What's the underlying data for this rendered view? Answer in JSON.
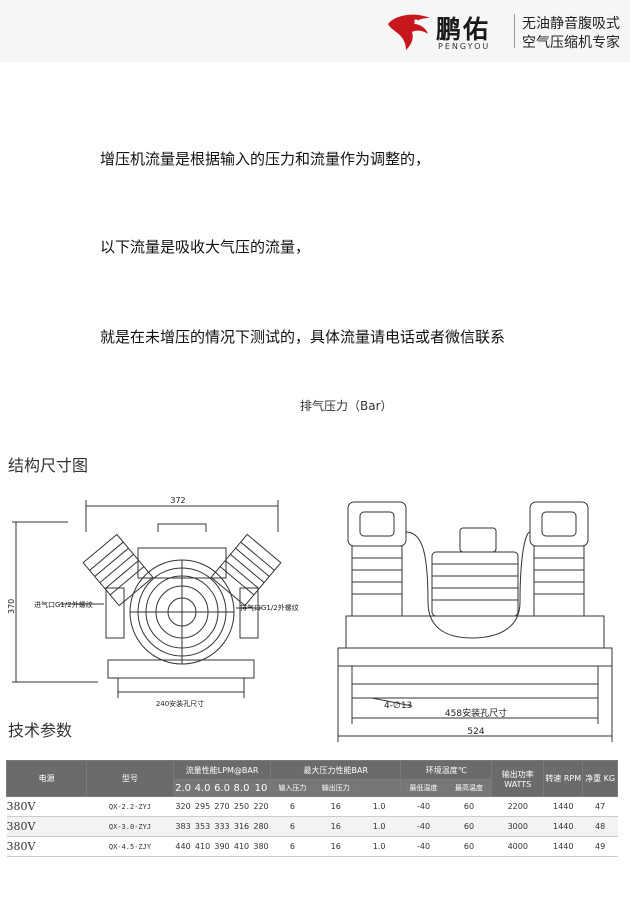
{
  "header": {
    "brand_cn": "鹏佑",
    "brand_en": "PENGYOU",
    "slogan_line1": "无油静音腹吸式",
    "slogan_line2": "空气压缩机专家"
  },
  "intro": {
    "line1": "增压机流量是根据输入的压力和流量作为调整的，",
    "line2": "以下流量是吸收大气压的流量，",
    "line3": "就是在未增压的情况下测试的，具体流量请电话或者微信联系",
    "pressure_label": "排气压力（Bar）"
  },
  "structure": {
    "title": "结构尺寸图",
    "front_view": {
      "width_dim": "372",
      "height_dim": "370",
      "inlet_label": "进气口G1/2外螺纹",
      "outlet_label": "排气口G1/2外螺纹",
      "mount_dim": "240安装孔尺寸"
    },
    "side_view": {
      "hole_dim": "4-∅13",
      "mount_dim": "458安装孔尺寸",
      "length_dim": "524"
    }
  },
  "tech": {
    "title": "技术参数",
    "headers": {
      "power": "电源",
      "model": "型号",
      "flow": "流量性能LPM@BAR",
      "pressure": "最大压力性能BAR",
      "temp": "环境温度℃",
      "output": "输出功率 WATTS",
      "speed": "转速 RPM",
      "weight": "净重 KG"
    },
    "flow_pressures": [
      "2.0",
      "4.0",
      "6.0",
      "8.0",
      "10"
    ],
    "pressure_sub": [
      "输入压力",
      "输出压力"
    ],
    "temp_sub": [
      "最低温度",
      "最高温度"
    ],
    "rows": [
      {
        "power": "380V",
        "model": "QX-2.2-ZYJ",
        "flow": [
          "320",
          "295",
          "270",
          "250",
          "220"
        ],
        "input_p": "6",
        "output_p": "16",
        "ratio": "1.0",
        "tmin": "-40",
        "tmax": "60",
        "watts": "2200",
        "rpm": "1440",
        "kg": "47"
      },
      {
        "power": "380V",
        "model": "QX-3.0-ZYJ",
        "flow": [
          "383",
          "353",
          "333",
          "316",
          "280"
        ],
        "input_p": "6",
        "output_p": "16",
        "ratio": "1.0",
        "tmin": "-40",
        "tmax": "60",
        "watts": "3000",
        "rpm": "1440",
        "kg": "48"
      },
      {
        "power": "380V",
        "model": "QX-4.5-ZJY",
        "flow": [
          "440",
          "410",
          "390",
          "410",
          "380"
        ],
        "input_p": "6",
        "output_p": "16",
        "ratio": "1.0",
        "tmin": "-40",
        "tmax": "60",
        "watts": "4000",
        "rpm": "1440",
        "kg": "49"
      }
    ]
  },
  "colors": {
    "logo_red": "#c8161d",
    "table_header": "#6b6b6b"
  }
}
